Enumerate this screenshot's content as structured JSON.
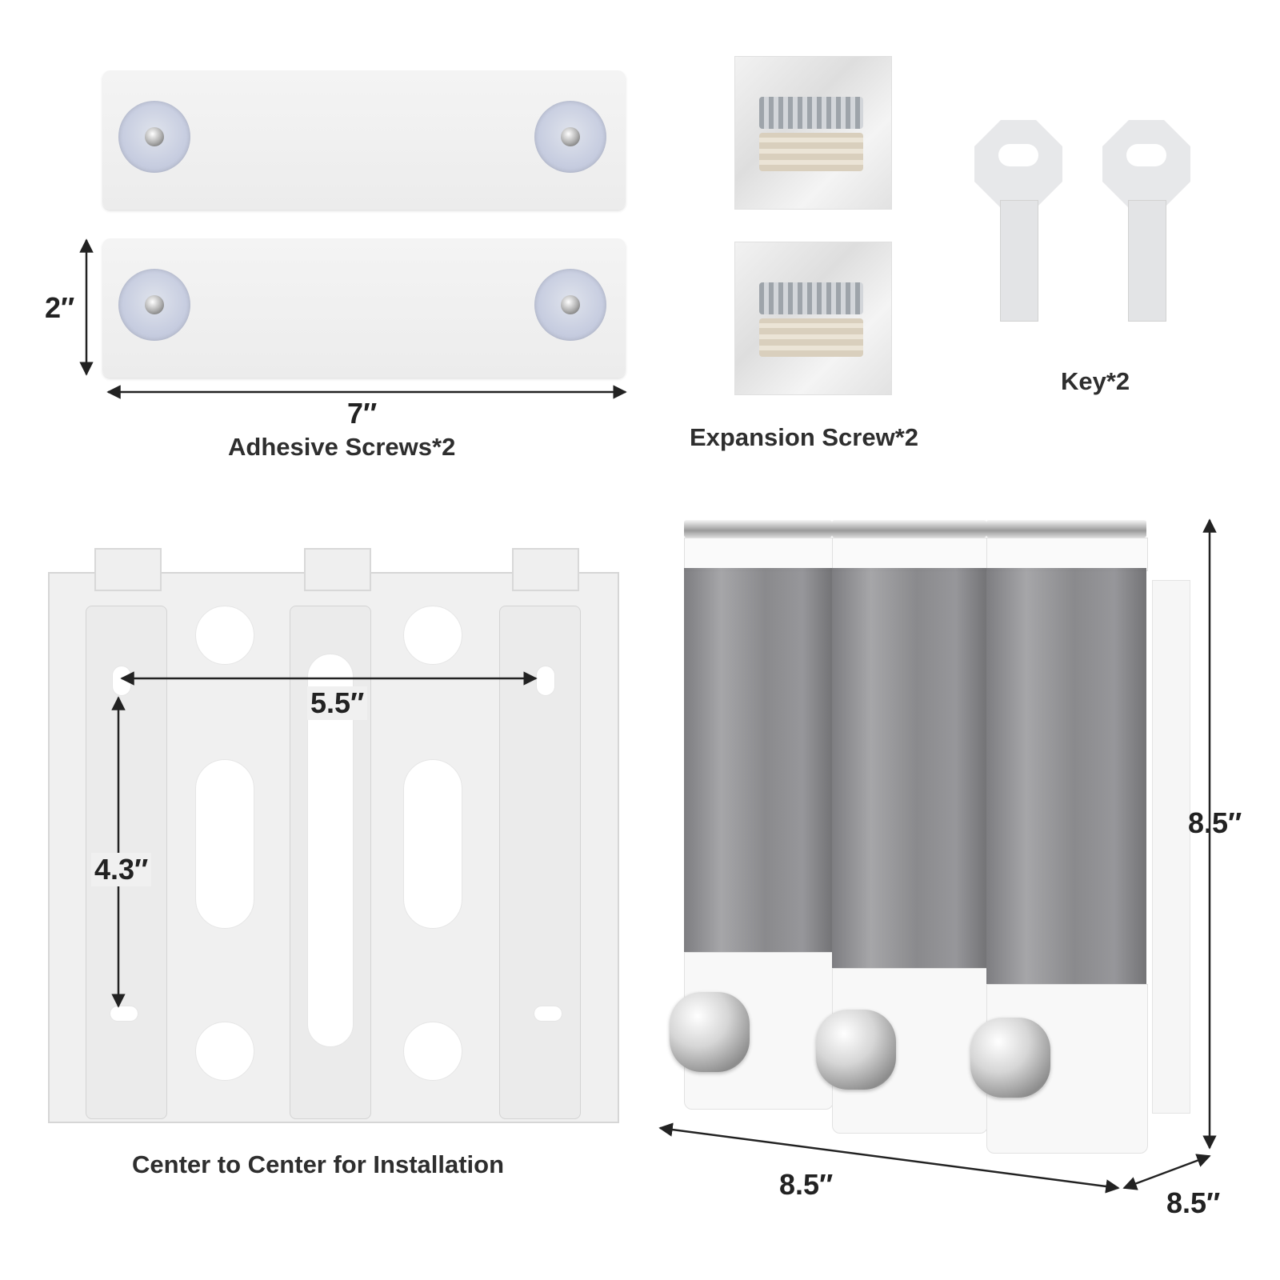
{
  "labels": {
    "adhesive": "Adhesive Screws*2",
    "expansion": "Expansion Screw*2",
    "key": "Key*2",
    "center": "Center to Center for Installation"
  },
  "dims": {
    "plate_height": "2″",
    "plate_width": "7″",
    "hole_horizontal": "5.5″",
    "hole_vertical": "4.3″",
    "dispenser_height": "8.5″",
    "dispenser_width": "8.5″",
    "dispenser_depth": "8.5″"
  }
}
